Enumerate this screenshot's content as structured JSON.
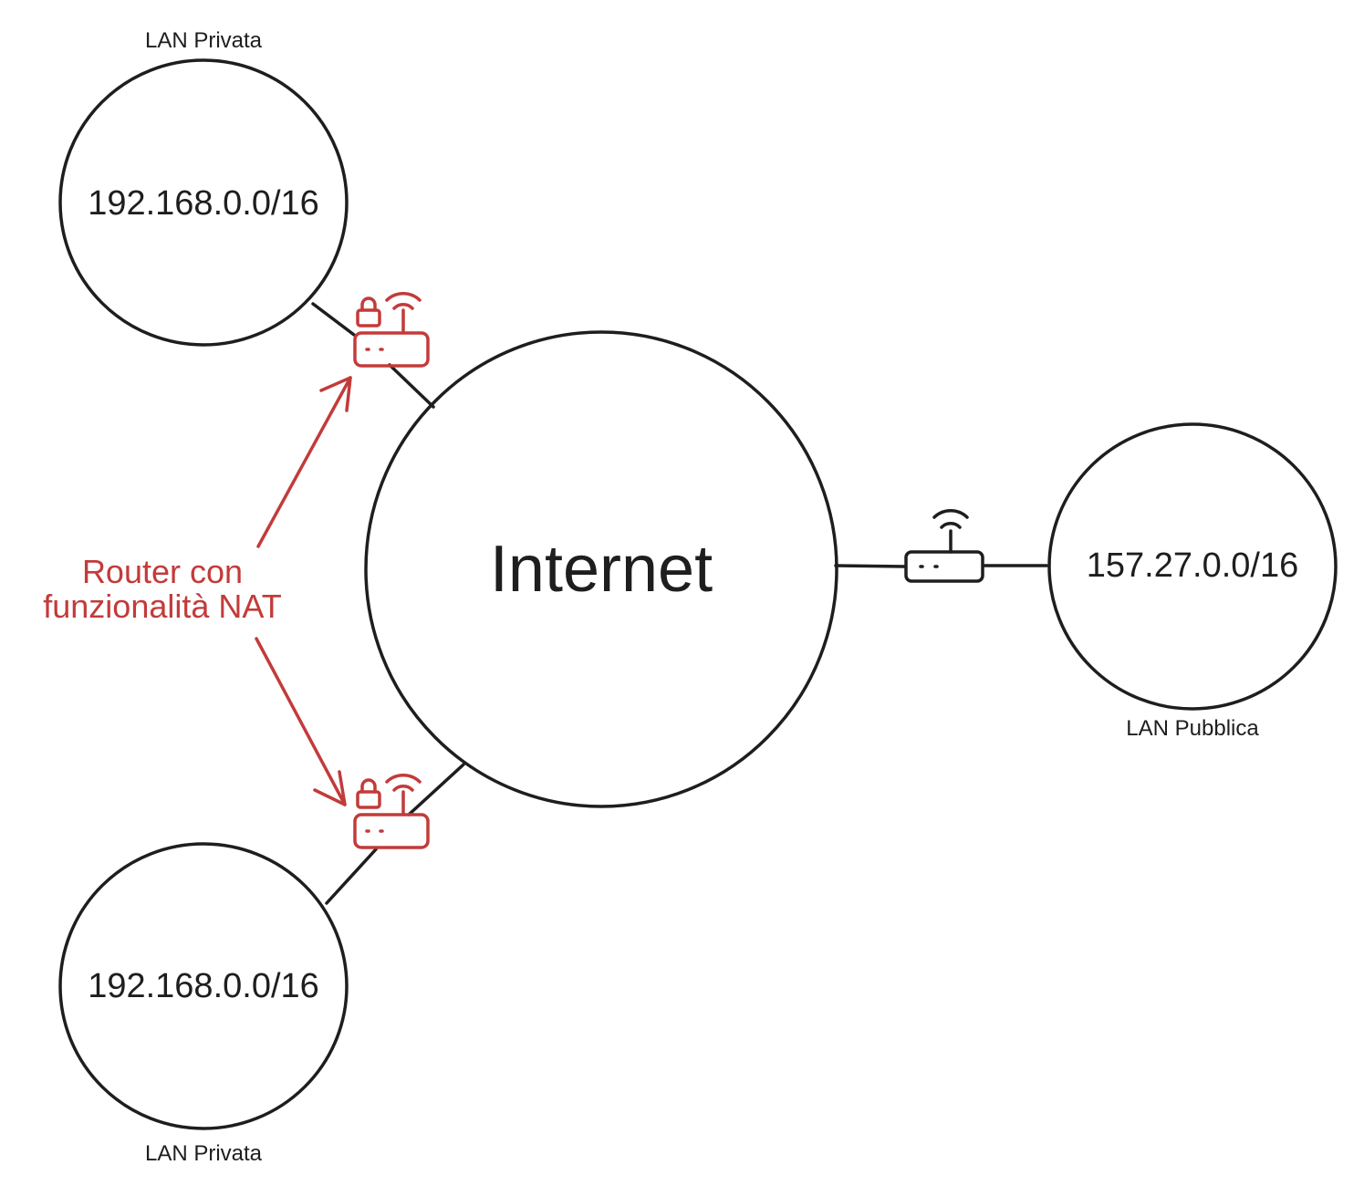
{
  "networks": {
    "top": {
      "caption": "LAN Privata",
      "cidr": "192.168.0.0/16"
    },
    "bottom": {
      "caption": "LAN Privata",
      "cidr": "192.168.0.0/16"
    },
    "right": {
      "caption": "LAN Pubblica",
      "cidr": "157.27.0.0/16"
    },
    "center": {
      "title": "Internet"
    }
  },
  "annotation": {
    "line1": "Router con",
    "line2": "funzionalità NAT",
    "color": "#c23b3a"
  },
  "icons": {
    "nat_router": "router-lock-wifi-icon",
    "router": "router-wifi-icon"
  }
}
